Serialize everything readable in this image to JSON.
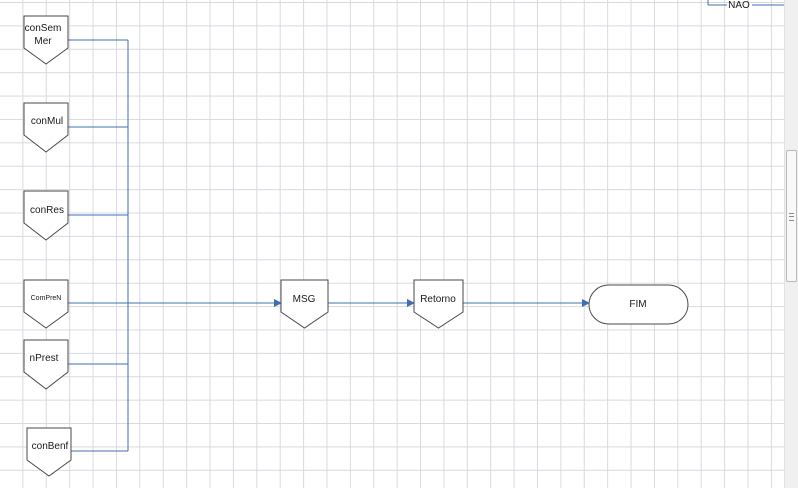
{
  "flowchart": {
    "inputs": [
      {
        "label_lines": [
          "conSem",
          "Mer"
        ]
      },
      {
        "label_lines": [
          "conMul"
        ]
      },
      {
        "label_lines": [
          "conRes"
        ]
      },
      {
        "label_lines": [
          "ComPreN"
        ]
      },
      {
        "label_lines": [
          "nPrest"
        ]
      },
      {
        "label_lines": [
          "conBenf"
        ]
      }
    ],
    "msg": {
      "label": "MSG"
    },
    "retorno": {
      "label": "Retorno"
    },
    "terminator": {
      "label": "FIM"
    },
    "top_connector": {
      "label": "NAO"
    }
  },
  "colors": {
    "connector": "#3f6fb3",
    "shape_stroke": "#4a4a4a",
    "shape_fill": "#ffffff",
    "grid": "#d6dbe1"
  },
  "scrollbar": {
    "orientation": "vertical",
    "grip_icon": "scroll-grip-icon"
  }
}
